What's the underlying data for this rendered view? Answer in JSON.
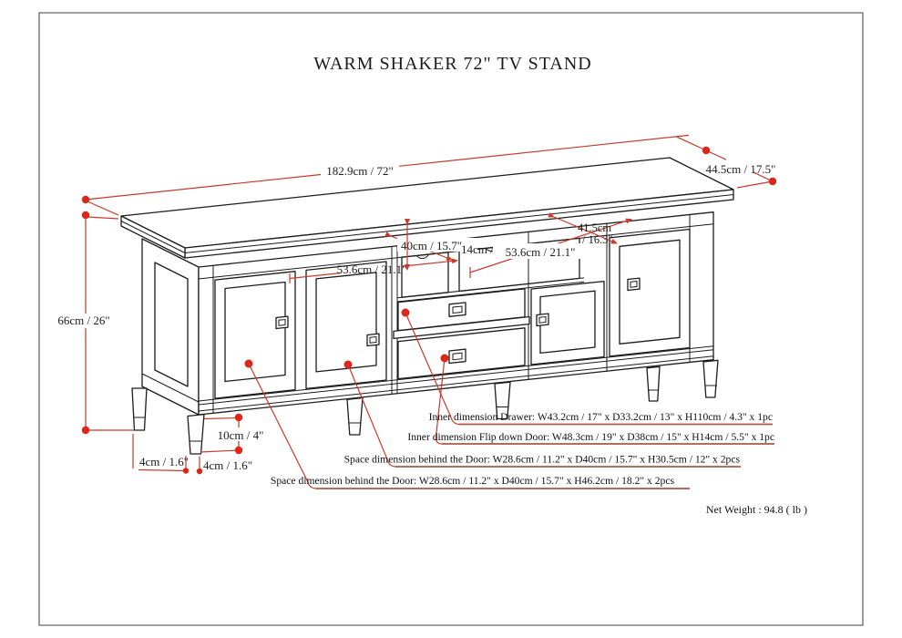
{
  "page": {
    "title": "WARM SHAKER 72\" TV STAND"
  },
  "dimensions": {
    "overall_width": "182.9cm / 72\"",
    "overall_depth": "44.5cm / 17.5\"",
    "overall_height": "66cm / 26\"",
    "shelf_width_left": "53.6cm / 21.1\"",
    "shelf_width_center": "40cm / 15.7\"",
    "shelf_height_center": "14cm / 5.5\"",
    "shelf_width_right": "53.6cm / 21.1\"",
    "shelf_depth_line1": "41.5cm",
    "shelf_depth_line2": "/ 16.3\"",
    "leg_height": "10cm / 4\"",
    "leg_foot_back": "4cm / 1.6\"",
    "leg_foot_front": "4cm / 1.6\""
  },
  "annotations": {
    "drawer": "Inner dimension Drawer: W43.2cm / 17\" x D33.2cm / 13\" x H110cm / 4.3\" x 1pc",
    "flip_down_door": "Inner dimension Flip down Door: W48.3cm / 19\" x D38cm / 15\" x H14cm / 5.5\" x 1pc",
    "space_behind_door_upper": "Space dimension behind the Door: W28.6cm / 11.2\" x D40cm / 15.7\" x H30.5cm / 12\" x 2pcs",
    "space_behind_door_lower": "Space dimension behind the Door:  W28.6cm / 11.2\" x D40cm / 15.7\" x H46.2cm / 18.2\" x 2pcs",
    "net_weight": "Net Weight : 94.8 ( lb )"
  },
  "colors": {
    "dimension_red": "#cb3a2c",
    "dot_red": "#df2518",
    "underline_brick": "#a9564a",
    "line_black": "#1c1c1c"
  }
}
